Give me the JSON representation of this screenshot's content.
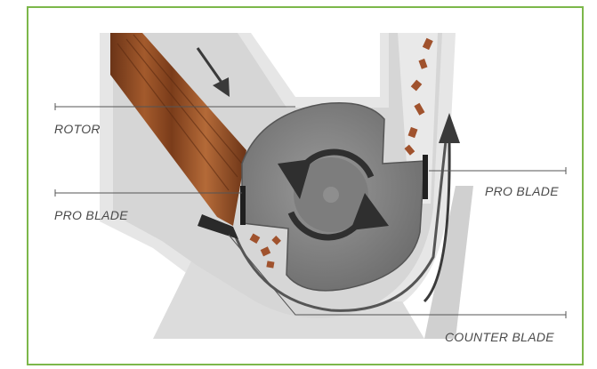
{
  "labels": {
    "rotor": "ROTOR",
    "pro_blade_left": "PRO BLADE",
    "pro_blade_right": "PRO BLADE",
    "counter_blade": "COUNTER BLADE"
  },
  "colors": {
    "frame_border": "#7cb74a",
    "housing_light": "#e4e4e4",
    "housing_mid": "#cfcfcf",
    "rotor_dark": "#6a6a6a",
    "rotor_mid": "#8a8a8a",
    "wood": "#8b4a24",
    "chip": "#a0522d",
    "arrow": "#333333"
  },
  "icons": [
    "rotation-arrows-icon",
    "feed-direction-arrow-icon",
    "discharge-arrow-icon"
  ]
}
